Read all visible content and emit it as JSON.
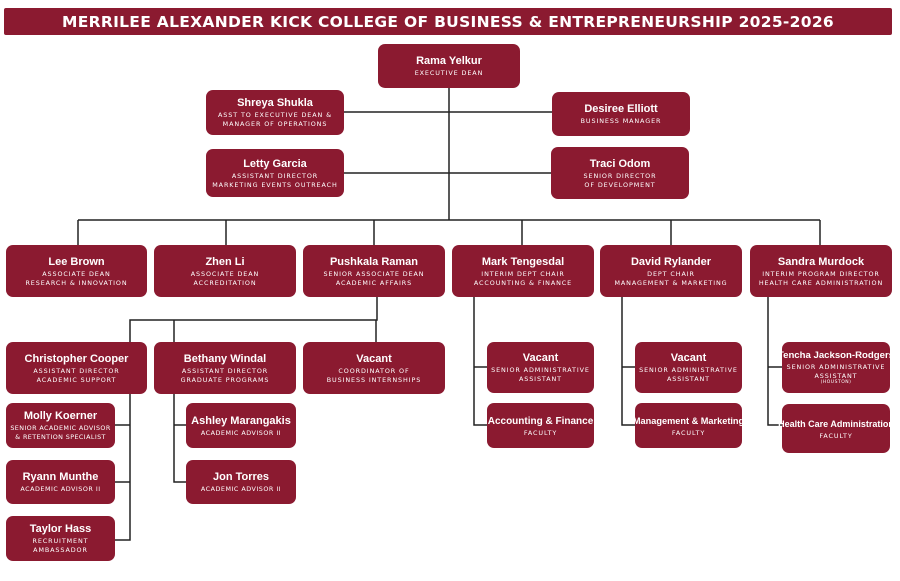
{
  "title": "MERRILEE ALEXANDER KICK COLLEGE OF BUSINESS & ENTREPRENEURSHIP 2025-2026",
  "colors": {
    "box": "#8b1a30",
    "text": "#ffffff",
    "line": "#222222"
  },
  "nodes": {
    "rama": {
      "name": "Rama Yelkur",
      "l1": "Executive Dean"
    },
    "shreya": {
      "name": "Shreya Shukla",
      "l1": "Asst to Executive Dean &",
      "l2": "Manager of Operations"
    },
    "desiree": {
      "name": "Desiree Elliott",
      "l1": "Business Manager"
    },
    "letty": {
      "name": "Letty Garcia",
      "l1": "Assistant Director",
      "l2": "Marketing Events Outreach"
    },
    "traci": {
      "name": "Traci Odom",
      "l1": "Senior Director",
      "l2": "of Development"
    },
    "lee": {
      "name": "Lee Brown",
      "l1": "Associate Dean",
      "l2": "Research & Innovation"
    },
    "zhen": {
      "name": "Zhen Li",
      "l1": "Associate Dean",
      "l2": "Accreditation"
    },
    "pushkala": {
      "name": "Pushkala Raman",
      "l1": "Senior Associate Dean",
      "l2": "Academic Affairs"
    },
    "mark": {
      "name": "Mark Tengesdal",
      "l1": "Interim Dept Chair",
      "l2": "Accounting & Finance"
    },
    "david": {
      "name": "David Rylander",
      "l1": "Dept Chair",
      "l2": "Management & Marketing"
    },
    "sandra": {
      "name": "Sandra Murdock",
      "l1": "Interim Program Director",
      "l2": "Health Care Administration"
    },
    "christopher": {
      "name": "Christopher Cooper",
      "l1": "Assistant Director",
      "l2": "Academic Support"
    },
    "bethany": {
      "name": "Bethany Windal",
      "l1": "Assistant Director",
      "l2": "Graduate Programs"
    },
    "vacant_coord": {
      "name": "Vacant",
      "l1": "Coordinator of",
      "l2": "Business Internships"
    },
    "vacant_af": {
      "name": "Vacant",
      "l1": "Senior Administrative",
      "l2": "Assistant"
    },
    "vacant_mm": {
      "name": "Vacant",
      "l1": "Senior Administrative",
      "l2": "Assistant"
    },
    "tencha": {
      "name": "Tencha Jackson-Rodgers",
      "l1": "Senior Administrative",
      "l2": "Assistant",
      "l3": "(Houston)"
    },
    "molly": {
      "name": "Molly Koerner",
      "l1": "Senior Academic Advisor",
      "l2": "& Retention Specialist"
    },
    "ryann": {
      "name": "Ryann Munthe",
      "l1": "Academic Advisor II"
    },
    "taylor": {
      "name": "Taylor Hass",
      "l1": "Recruitment",
      "l2": "Ambassador"
    },
    "ashley": {
      "name": "Ashley Marangakis",
      "l1": "Academic Advisor II"
    },
    "jon": {
      "name": "Jon Torres",
      "l1": "Academic Advisor II"
    },
    "af_faculty": {
      "name": "Accounting & Finance",
      "l1": "Faculty"
    },
    "mm_faculty": {
      "name": "Management & Marketing",
      "l1": "Faculty"
    },
    "hca_faculty": {
      "name": "Health Care Administration",
      "l1": "Faculty"
    }
  }
}
